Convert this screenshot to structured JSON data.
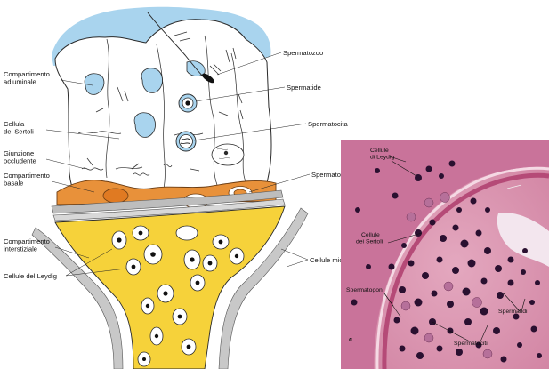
{
  "diagram": {
    "left_labels": [
      {
        "id": "adluminale",
        "lines": [
          "Compartimento",
          "adluminale"
        ]
      },
      {
        "id": "sertoli",
        "lines": [
          "Cellula",
          "del Sertoli"
        ]
      },
      {
        "id": "giunzione",
        "lines": [
          "Giunzione",
          "occludente"
        ]
      },
      {
        "id": "basale",
        "lines": [
          "Compartimento",
          "basale"
        ]
      },
      {
        "id": "interstiziale",
        "lines": [
          "Compartimento",
          "interstiziale"
        ]
      },
      {
        "id": "leydig",
        "lines": [
          "Cellule del Leydig"
        ]
      }
    ],
    "right_labels": [
      {
        "id": "spermatozoo",
        "text": "Spermatozoo"
      },
      {
        "id": "spermatide",
        "text": "Spermatide"
      },
      {
        "id": "spermatocita",
        "text": "Spermatocita"
      },
      {
        "id": "spermatogone",
        "text": "Spermatogone"
      },
      {
        "id": "mioidi",
        "text": "Cellule mioidi"
      }
    ]
  },
  "micrograph": {
    "panel_letter": "c",
    "labels": [
      {
        "id": "m-leydig",
        "lines": [
          "Cellule",
          "di Leydig"
        ]
      },
      {
        "id": "m-sertoli",
        "lines": [
          "Cellule",
          "dei Sertoli"
        ]
      },
      {
        "id": "m-spermatogoni",
        "lines": [
          "Spermatogoni"
        ]
      },
      {
        "id": "m-spermatidi",
        "lines": [
          "Spermatidi"
        ]
      },
      {
        "id": "m-spermatociti",
        "lines": [
          "Spermatociti"
        ]
      }
    ]
  },
  "colors": {
    "lumen_blue": "#a9d4ee",
    "sertoli_fill": "#ffffff",
    "basal_orange": "#e8913a",
    "interstitial_yellow": "#f6d23a",
    "myoid_gray": "#bdbdbd",
    "tissue_pink": "#d98aa6",
    "nucleus_dark": "#2a1030"
  }
}
